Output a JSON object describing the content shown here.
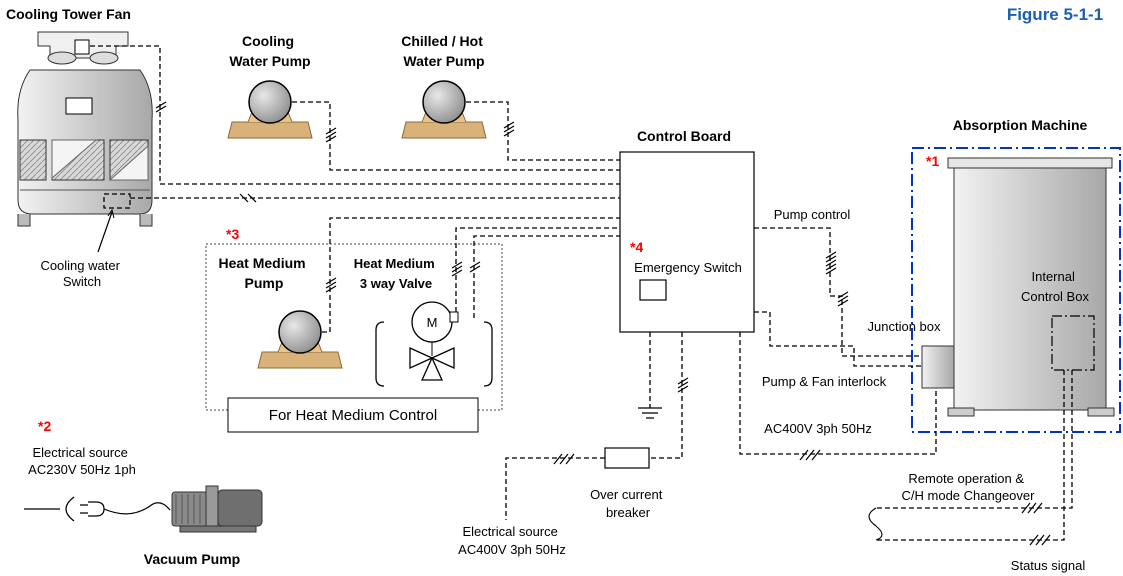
{
  "figure_label": "Figure 5-1-1",
  "colors": {
    "figure_label": "#1a5fb4",
    "note_marker": "#ff0000",
    "boundary": "#0033cc",
    "pump_body": "#b8b8b8",
    "pump_base": "#d9b27a",
    "machine_body": "#d0d0d0"
  },
  "equipment": {
    "cooling_tower_fan": "Cooling Tower Fan",
    "cooling_water_pump": [
      "Cooling",
      "Water Pump"
    ],
    "chilled_hot_water_pump": [
      "Chilled / Hot",
      "Water Pump"
    ],
    "control_board": "Control Board",
    "absorption_machine": "Absorption Machine",
    "heat_medium_pump": [
      "Heat Medium",
      "Pump"
    ],
    "heat_medium_valve": [
      "Heat Medium",
      "3 way Valve"
    ],
    "vacuum_pump": "Vacuum Pump",
    "valve_motor_letter": "M"
  },
  "labels": {
    "cooling_water_switch": [
      "Cooling water",
      "Switch"
    ],
    "emergency_switch": "Emergency Switch",
    "pump_control": "Pump control",
    "junction_box": "Junction box",
    "internal_control_box": [
      "Internal",
      "Control Box"
    ],
    "pump_fan_interlock": "Pump & Fan interlock",
    "ac400_machine": "AC400V 3ph 50Hz",
    "over_current_breaker": [
      "Over current",
      "breaker"
    ],
    "electrical_source_400": [
      "Electrical source",
      "AC400V 3ph 50Hz"
    ],
    "electrical_source_230": [
      "Electrical source",
      "AC230V 50Hz 1ph"
    ],
    "remote_operation": [
      "Remote operation &",
      "C/H mode Changeover"
    ],
    "status_signal": "Status signal",
    "heat_medium_control": "For Heat Medium Control"
  },
  "notes": {
    "n1": "*1",
    "n2": "*2",
    "n3": "*3",
    "n4": "*4"
  }
}
